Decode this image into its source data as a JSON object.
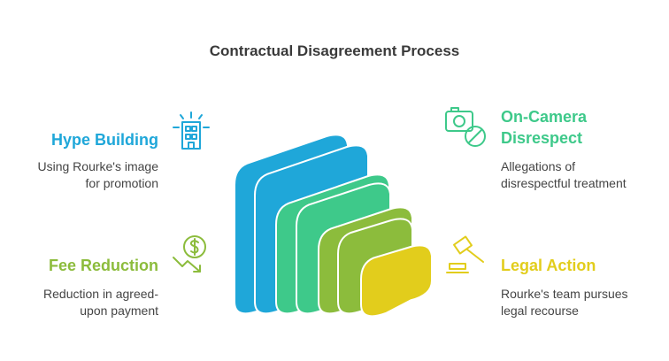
{
  "title": "Contractual Disagreement Process",
  "colors": {
    "blue": "#1fa7d9",
    "green": "#3ec98a",
    "lime": "#8cbc3c",
    "yellow": "#e2cd1c"
  },
  "items": [
    {
      "heading": "Hype Building",
      "description_lines": [
        "Using Rourke's image",
        "for promotion"
      ],
      "icon": "building-icon",
      "color": "#1fa7d9"
    },
    {
      "heading": "Fee Reduction",
      "description_lines": [
        "Reduction in agreed-",
        "upon payment"
      ],
      "icon": "dollar-down-icon",
      "color": "#8cbc3c"
    },
    {
      "heading_lines": [
        "On-Camera",
        "Disrespect"
      ],
      "description_lines": [
        "Allegations of",
        "disrespectful treatment"
      ],
      "icon": "camera-forbidden-icon",
      "color": "#3ec98a"
    },
    {
      "heading": "Legal Action",
      "description_lines": [
        "Rourke's team pursues",
        "legal recourse"
      ],
      "icon": "gavel-icon",
      "color": "#e2cd1c"
    }
  ]
}
